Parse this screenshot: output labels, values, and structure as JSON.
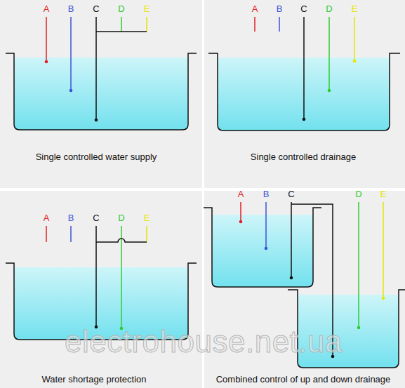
{
  "diagram": {
    "labels": [
      "A",
      "B",
      "C",
      "D",
      "E",
      "Single controlled water supply",
      "A",
      "B",
      "C",
      "D",
      "E",
      "Single controlled drainage",
      "A",
      "B",
      "C",
      "D",
      "E",
      "Water shortage protection",
      "A",
      "B",
      "C",
      "D",
      "E",
      "Combined control of up and down drainage",
      "electrohouse.net.ua"
    ]
  }
}
